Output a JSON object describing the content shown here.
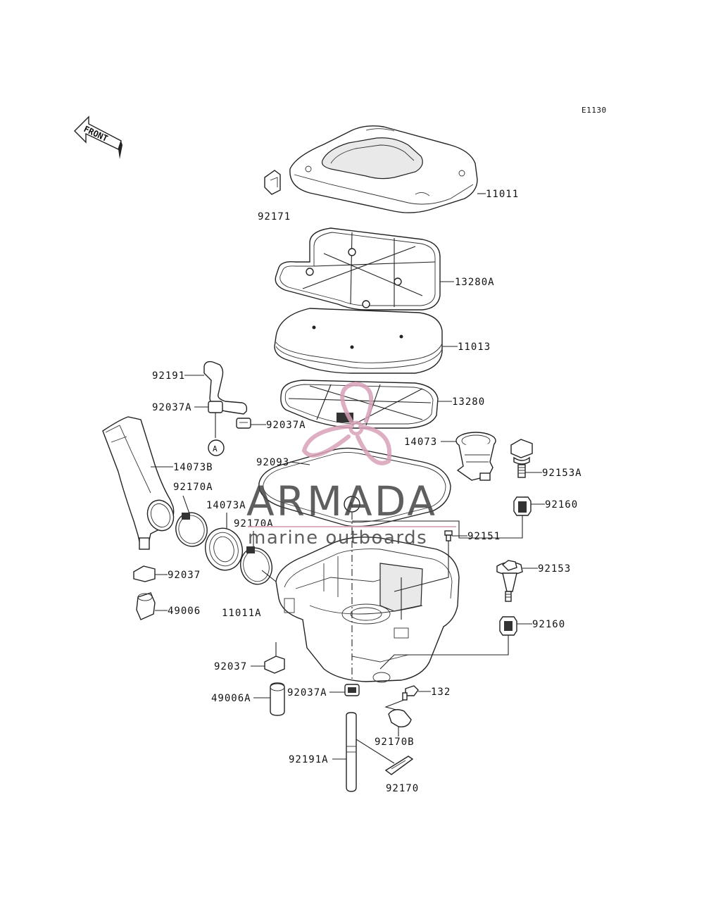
{
  "diagram": {
    "code": "E1130",
    "front_label": "FRONT",
    "marker_label": "A",
    "labels": [
      {
        "id": "11011",
        "text": "11011"
      },
      {
        "id": "92171",
        "text": "92171"
      },
      {
        "id": "13280A",
        "text": "13280A"
      },
      {
        "id": "11013",
        "text": "11013"
      },
      {
        "id": "92191",
        "text": "92191"
      },
      {
        "id": "92037A-1",
        "text": "92037A"
      },
      {
        "id": "92037A-2",
        "text": "92037A"
      },
      {
        "id": "13280",
        "text": "13280"
      },
      {
        "id": "14073",
        "text": "14073"
      },
      {
        "id": "92093",
        "text": "92093"
      },
      {
        "id": "14073B",
        "text": "14073B"
      },
      {
        "id": "92153A",
        "text": "92153A"
      },
      {
        "id": "92170A-1",
        "text": "92170A"
      },
      {
        "id": "14073A",
        "text": "14073A"
      },
      {
        "id": "92160-1",
        "text": "92160"
      },
      {
        "id": "92170A-2",
        "text": "92170A"
      },
      {
        "id": "92151",
        "text": "92151"
      },
      {
        "id": "92037-1",
        "text": "92037"
      },
      {
        "id": "92153",
        "text": "92153"
      },
      {
        "id": "49006",
        "text": "49006"
      },
      {
        "id": "11011A",
        "text": "11011A"
      },
      {
        "id": "92160-2",
        "text": "92160"
      },
      {
        "id": "92037-2",
        "text": "92037"
      },
      {
        "id": "92037A-3",
        "text": "92037A"
      },
      {
        "id": "132",
        "text": "132"
      },
      {
        "id": "49006A",
        "text": "49006A"
      },
      {
        "id": "92170B",
        "text": "92170B"
      },
      {
        "id": "92191A",
        "text": "92191A"
      },
      {
        "id": "92170",
        "text": "92170"
      }
    ]
  },
  "watermark": {
    "brand": "ARMADA",
    "tagline": "marine outboards",
    "colors": {
      "logo": "#d9a0b8",
      "text": "#444444"
    }
  }
}
